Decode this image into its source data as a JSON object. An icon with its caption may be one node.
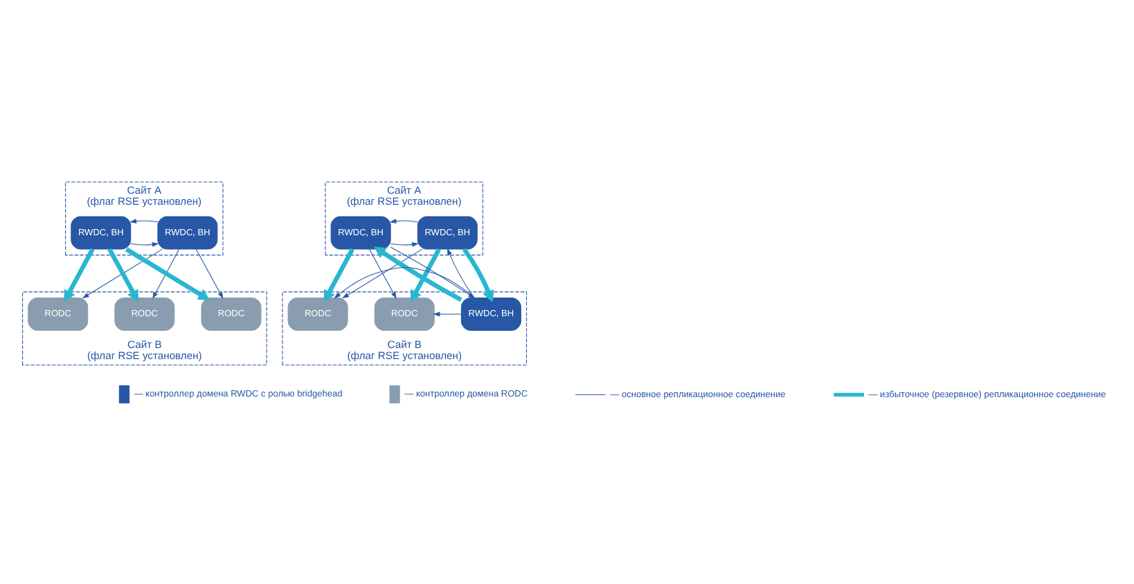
{
  "diagram": {
    "nodes": [
      {
        "text": [
          "Сайт А",
          "(флаг RSE установлен)"
        ]
      },
      {
        "text": [
          "RWDC, BH"
        ],
        "in": 0
      },
      {
        "text": [
          "RWDC, BH"
        ],
        "in": 0
      },
      {
        "text": [
          "Сайт B",
          "(флаг RSE установлен)"
        ]
      },
      {
        "text": [
          "RODC"
        ],
        "in": 3
      },
      {
        "text": [
          "RODC"
        ],
        "in": 3
      },
      {
        "text": [
          "RODC"
        ],
        "in": 3
      },
      {
        "text": [
          "Сайт А",
          "(флаг RSE установлен)"
        ]
      },
      {
        "text": [
          "RWDC, BH"
        ],
        "in": 7
      },
      {
        "text": [
          "RWDC, BH"
        ],
        "in": 7
      },
      {
        "text": [
          "Сайт B",
          "(флаг RSE установлен)"
        ]
      },
      {
        "text": [
          "RODC"
        ],
        "in": 10
      },
      {
        "text": [
          "RODC"
        ],
        "in": 10
      },
      {
        "text": [
          "RWDC, BH"
        ],
        "in": 10
      }
    ],
    "edges": [
      {
        "from": 2,
        "to": 1,
        "arrow": "to"
      },
      {
        "from": 1,
        "to": 2,
        "arrow": "to"
      },
      {
        "from": 1,
        "to": 4,
        "arrow": "to"
      },
      {
        "from": 1,
        "to": 5,
        "arrow": "to"
      },
      {
        "from": 1,
        "to": 6,
        "arrow": "to"
      },
      {
        "from": 2,
        "to": 4,
        "arrow": "to",
        "style": "thick",
        "color": "#29b6d1"
      },
      {
        "from": 2,
        "to": 5,
        "arrow": "to",
        "style": "thick",
        "color": "#29b6d1"
      },
      {
        "from": 2,
        "to": 6,
        "arrow": "to",
        "style": "thick",
        "color": "#29b6d1"
      },
      {
        "from": 9,
        "to": 8,
        "arrow": "to"
      },
      {
        "from": 8,
        "to": 9,
        "arrow": "to"
      },
      {
        "from": 8,
        "to": 11,
        "arrow": "to",
        "style": "thick",
        "color": "#29b6d1"
      },
      {
        "from": 8,
        "to": 12,
        "arrow": "to"
      },
      {
        "from": 8,
        "to": 13,
        "arrow": "to",
        "style": "thick",
        "color": "#29b6d1"
      },
      {
        "from": 13,
        "to": 8,
        "arrow": "to"
      },
      {
        "from": 9,
        "to": 11,
        "arrow": "to"
      },
      {
        "from": 9,
        "to": 12,
        "arrow": "to",
        "style": "thick",
        "color": "#29b6d1"
      },
      {
        "from": 13,
        "to": 9,
        "arrow": "to",
        "style": "thick",
        "color": "#29b6d1"
      },
      {
        "from": 9,
        "to": 13,
        "arrow": "to"
      },
      {
        "from": 13,
        "to": 12,
        "arrow": "to"
      },
      {
        "from": 13,
        "to": 11,
        "arrow": "to"
      }
    ],
    "legend": [
      {
        "text": "— контроллер домена RWDC с ролью bridgehead"
      },
      {
        "text": "— контроллер домена RODC"
      },
      {
        "text": "— основное репликационное соединение"
      },
      {
        "text": "— избыточное (резервное) репликационное соединение"
      }
    ]
  }
}
